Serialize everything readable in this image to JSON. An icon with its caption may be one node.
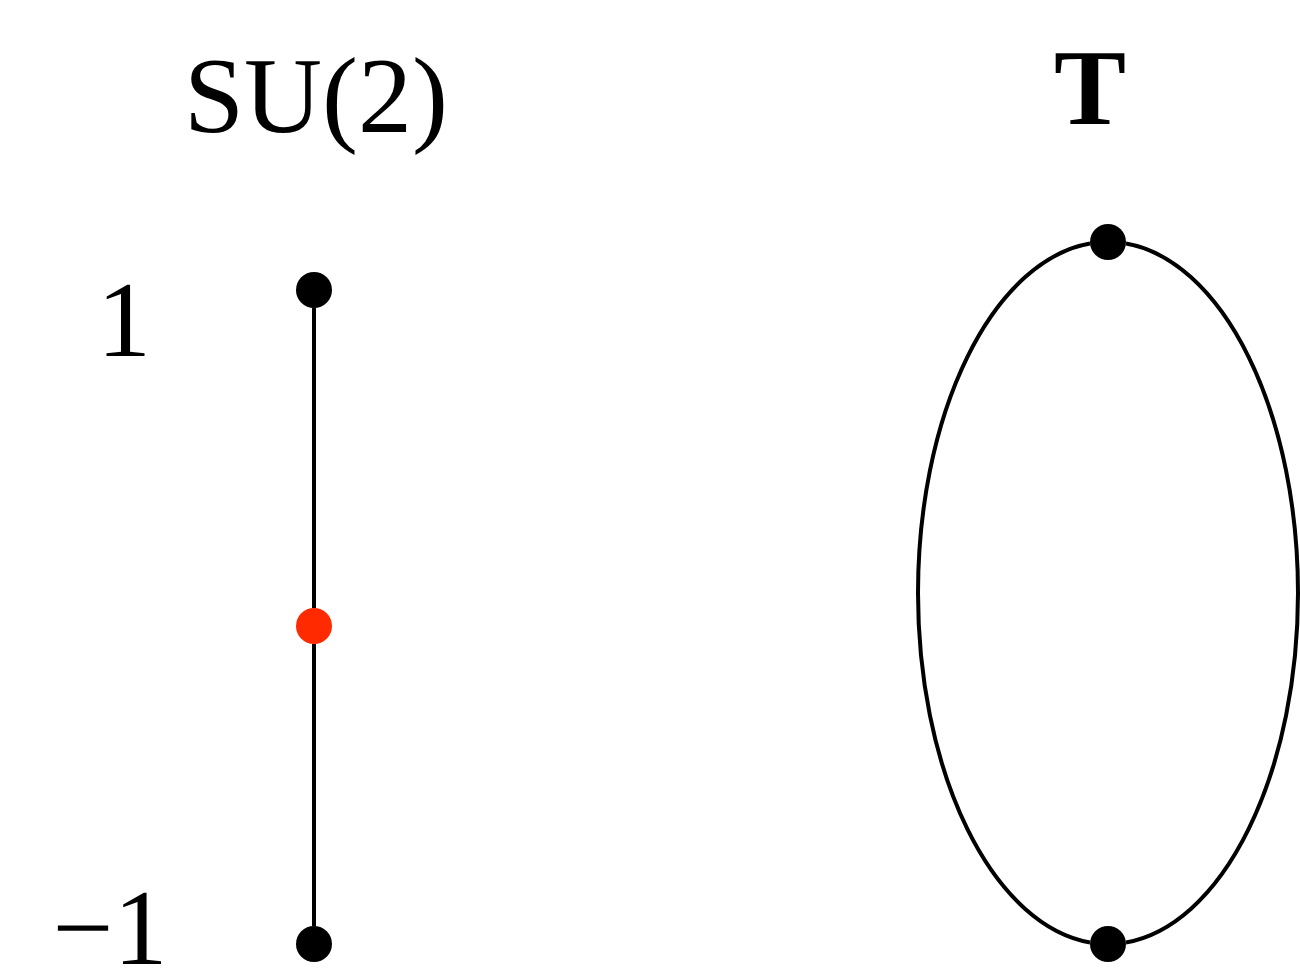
{
  "diagram": {
    "nodes": [
      {
        "text": [],
        "shape": "circle"
      },
      {
        "text": [],
        "shape": "circle"
      },
      {
        "text": [],
        "shape": "circle"
      },
      {
        "text": [],
        "shape": "circle"
      },
      {
        "text": [],
        "shape": "circle"
      }
    ],
    "edges": [
      {
        "from": 0,
        "to": 1,
        "arrow": "none"
      },
      {
        "from": 1,
        "to": 2,
        "arrow": "none"
      },
      {
        "from": 3,
        "to": 4,
        "arrow": "none"
      },
      {
        "from": 3,
        "to": 4,
        "arrow": "none"
      }
    ],
    "labels": [
      "SU(2)",
      "T",
      "1",
      "−1"
    ]
  }
}
